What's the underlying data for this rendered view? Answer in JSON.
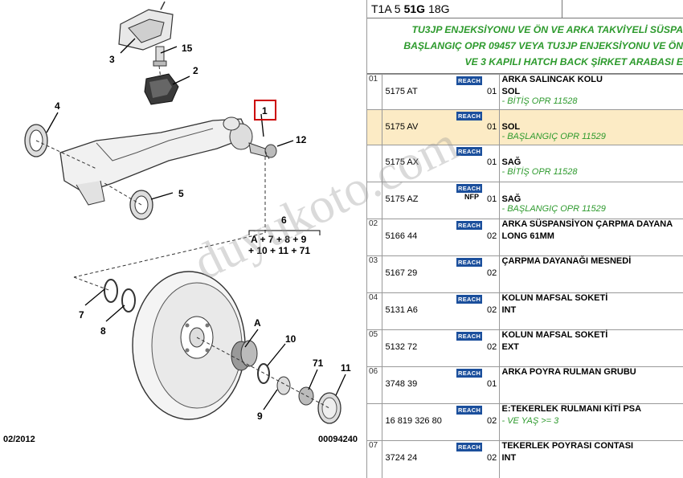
{
  "diagram": {
    "callouts": [
      "1",
      "2",
      "3",
      "4",
      "5",
      "6",
      "7",
      "8",
      "9",
      "10",
      "11",
      "12",
      "15",
      "71",
      "A"
    ],
    "formula_line1": "A + 7 + 8 + 9",
    "formula_line2": "+ 10 + 11 + 71",
    "date": "02/2012",
    "code": "00094240"
  },
  "header": {
    "code_a": "T1A 5",
    "code_b": "51G",
    "code_c": "18G",
    "lines": [
      "TU3JP ENJEKSİYONU VE ÖN VE ARKA TAKVİYELİ SÜSPA",
      "BAŞLANGIÇ OPR 09457 VEYA TU3JP ENJEKSİYONU VE ÖN",
      "VE 3 KAPILI HATCH BACK ŞİRKET ARABASI E"
    ]
  },
  "watermark": "duyukoto.com",
  "parts": [
    {
      "idx": "01",
      "ref": "5175 AT",
      "reach": "REACH",
      "qty": "01",
      "title": "ARKA SALINCAK KOLU",
      "sub": "SOL",
      "note": "- BİTİŞ OPR 11528",
      "highlight": false,
      "nfp": ""
    },
    {
      "idx": "",
      "ref": "5175 AV",
      "reach": "REACH",
      "qty": "01",
      "title": "",
      "sub": "SOL",
      "note": "- BAŞLANGIÇ OPR 11529",
      "highlight": true,
      "nfp": ""
    },
    {
      "idx": "",
      "ref": "5175 AX",
      "reach": "REACH",
      "qty": "01",
      "title": "",
      "sub": "SAĞ",
      "note": "- BİTİŞ OPR 11528",
      "highlight": false,
      "nfp": ""
    },
    {
      "idx": "",
      "ref": "5175 AZ",
      "reach": "REACH",
      "qty": "01",
      "title": "",
      "sub": "SAĞ",
      "note": "- BAŞLANGIÇ OPR 11529",
      "highlight": false,
      "nfp": "NFP"
    },
    {
      "idx": "02",
      "ref": "5166 44",
      "reach": "REACH",
      "qty": "02",
      "title": "ARKA SÜSPANSİYON ÇARPMA DAYANA",
      "sub": "LONG 61MM",
      "note": "",
      "highlight": false,
      "nfp": ""
    },
    {
      "idx": "03",
      "ref": "5167 29",
      "reach": "REACH",
      "qty": "02",
      "title": "ÇARPMA DAYANAĞI MESNEDİ",
      "sub": "",
      "note": "",
      "highlight": false,
      "nfp": ""
    },
    {
      "idx": "04",
      "ref": "5131 A6",
      "reach": "REACH",
      "qty": "02",
      "title": "KOLUN MAFSAL SOKETİ",
      "sub": "INT",
      "note": "",
      "highlight": false,
      "nfp": ""
    },
    {
      "idx": "05",
      "ref": "5132 72",
      "reach": "REACH",
      "qty": "02",
      "title": "KOLUN MAFSAL SOKETİ",
      "sub": "EXT",
      "note": "",
      "highlight": false,
      "nfp": ""
    },
    {
      "idx": "06",
      "ref": "3748 39",
      "reach": "REACH",
      "qty": "01",
      "title": "ARKA POYRA RULMAN GRUBU",
      "sub": "",
      "note": "",
      "highlight": false,
      "nfp": ""
    },
    {
      "idx": "",
      "ref": "16 819 326 80",
      "reach": "REACH",
      "qty": "02",
      "title": "E:TEKERLEK RULMANI KİTİ PSA",
      "sub": "",
      "note": "- VE YAŞ >= 3",
      "highlight": false,
      "nfp": ""
    },
    {
      "idx": "07",
      "ref": "3724 24",
      "reach": "REACH",
      "qty": "02",
      "title": "TEKERLEK POYRASI CONTASI",
      "sub": "INT",
      "note": "",
      "highlight": false,
      "nfp": ""
    }
  ]
}
